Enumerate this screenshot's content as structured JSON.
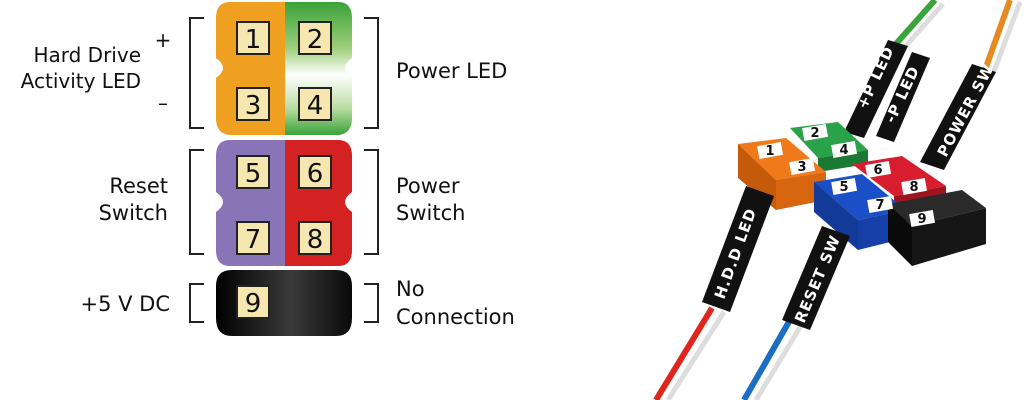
{
  "left_diagram": {
    "labels": {
      "hdd_led_line1": "Hard Drive",
      "hdd_led_line2": "Activity LED",
      "plus": "+",
      "minus": "–",
      "power_led": "Power LED",
      "reset_line1": "Reset",
      "reset_line2": "Switch",
      "power_sw_line1": "Power",
      "power_sw_line2": "Switch",
      "five_v": "+5 V DC",
      "no_conn_line1": "No",
      "no_conn_line2": "Connection"
    },
    "pins": [
      {
        "number": "1",
        "color": "#f0a020"
      },
      {
        "number": "2",
        "color": "#3a9a3a"
      },
      {
        "number": "3",
        "color": "#f0a020"
      },
      {
        "number": "4",
        "color": "#3a9a3a"
      },
      {
        "number": "5",
        "color": "#8a74b8"
      },
      {
        "number": "6",
        "color": "#d42222"
      },
      {
        "number": "7",
        "color": "#8a74b8"
      },
      {
        "number": "8",
        "color": "#d42222"
      },
      {
        "number": "9",
        "color": "#111111"
      }
    ]
  },
  "right_diagram": {
    "wire_labels": {
      "hdd": "H.D.D LED",
      "reset": "RESET SW",
      "p_led_plus": "+P LED",
      "p_led_minus": "-P LED",
      "power": "POWER SW"
    },
    "header_numbers": [
      "1",
      "2",
      "3",
      "4",
      "5",
      "6",
      "7",
      "8",
      "9"
    ],
    "colors": {
      "orange": "#f07a1a",
      "green": "#2aa24a",
      "red": "#d81e2e",
      "blue": "#1a4fc8",
      "black": "#111111",
      "wire_red": "#e0241e",
      "wire_blue": "#1c6ec4",
      "wire_green": "#3aa33a",
      "wire_orange": "#e68a22"
    }
  }
}
